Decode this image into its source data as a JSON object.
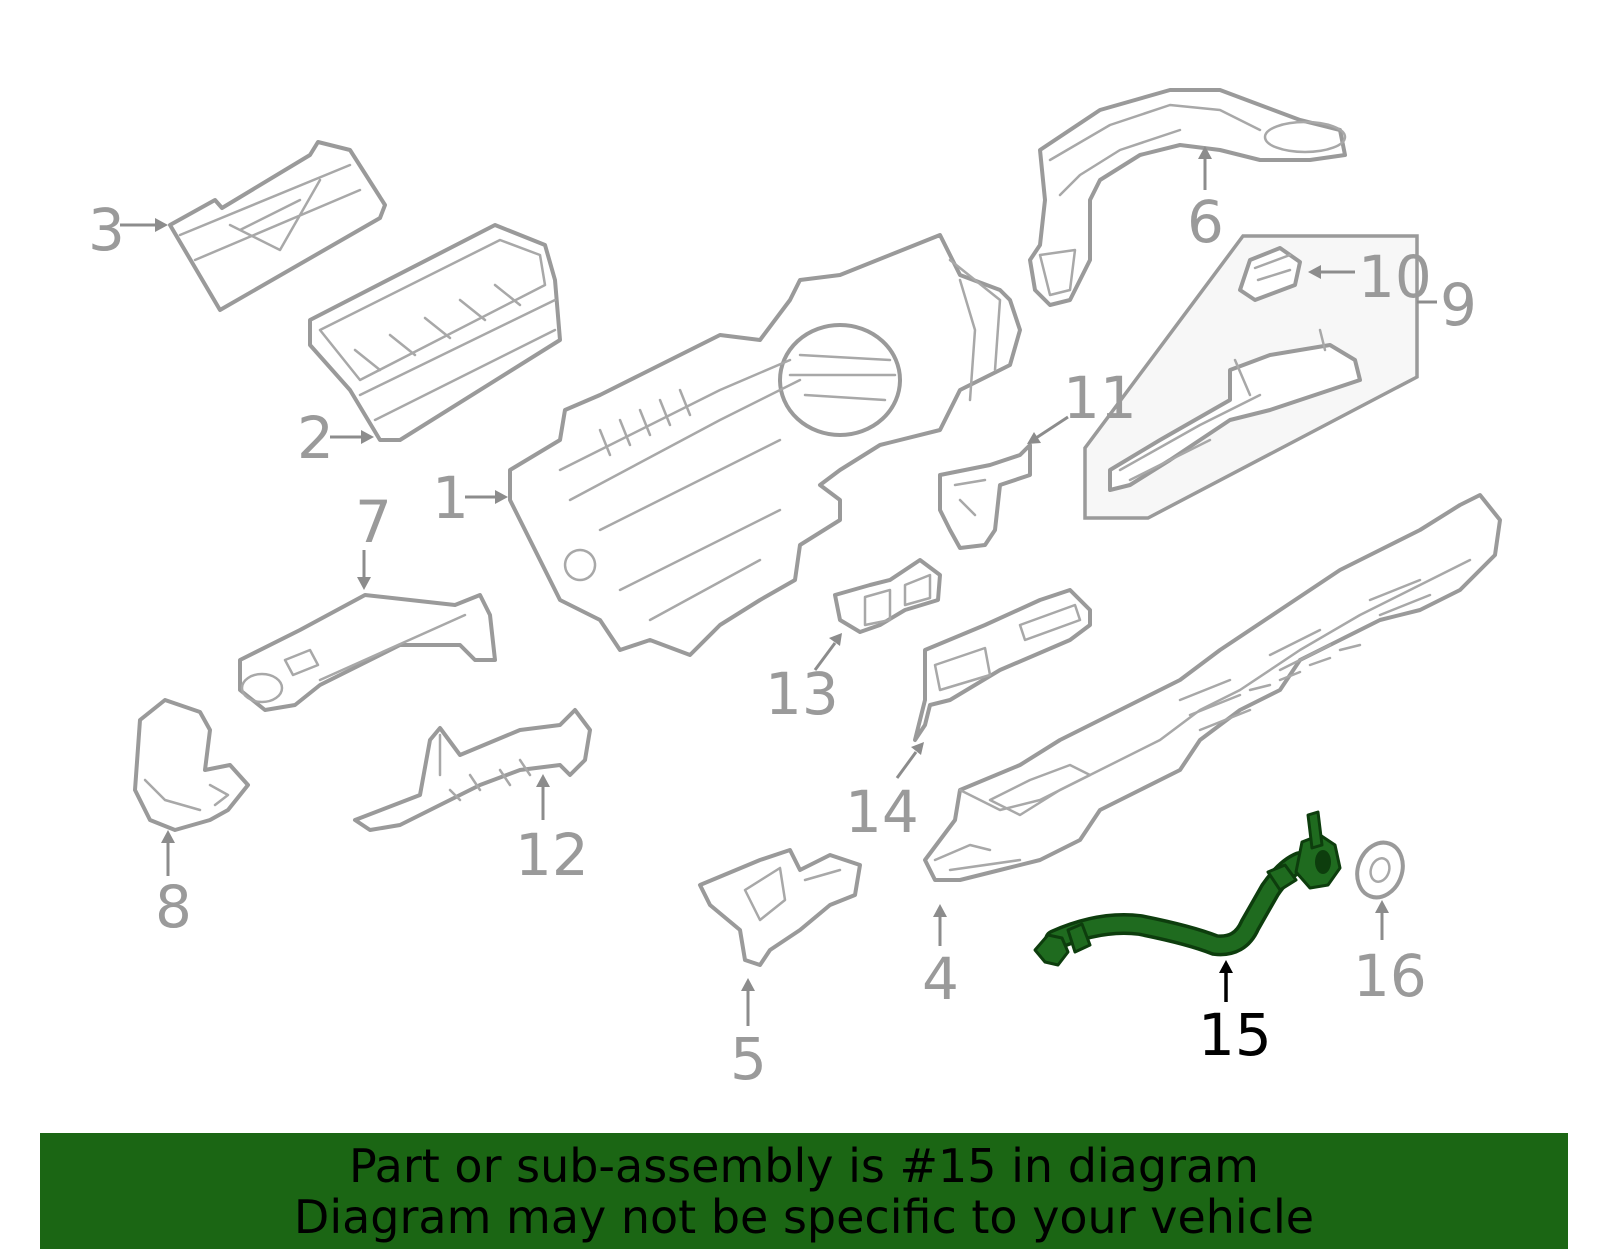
{
  "diagram": {
    "labels": {
      "p1": "1",
      "p2": "2",
      "p3": "3",
      "p4": "4",
      "p5": "5",
      "p6": "6",
      "p7": "7",
      "p8": "8",
      "p9": "9",
      "p10": "10",
      "p11": "11",
      "p12": "12",
      "p13": "13",
      "p14": "14",
      "p15": "15",
      "p16": "16"
    },
    "highlighted_part": "15",
    "highlight_color": "#1f6b1f"
  },
  "banner": {
    "line1": "Part or sub-assembly is #15 in diagram",
    "line2": "Diagram may not be specific to your vehicle",
    "background": "#1b6614"
  }
}
